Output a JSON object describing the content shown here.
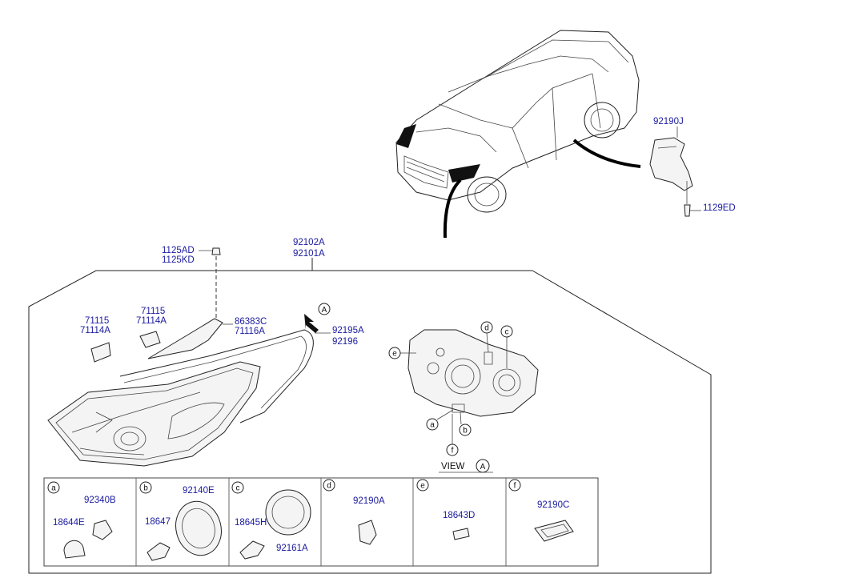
{
  "part_numbers": {
    "assembly_line1": "92102A",
    "assembly_line2": "92101A",
    "bolt_line1": "1125AD",
    "bolt_line2": "1125KD",
    "clip_left_line1": "71115",
    "clip_left_line2": "71114A",
    "clip_mid_line1": "71115",
    "clip_mid_line2": "71114A",
    "bracket_line1": "86383C",
    "bracket_line2": "71116A",
    "seal_line1": "92195A",
    "seal_line2": "92196",
    "module_bracket": "92190J",
    "module_screw": "1129ED"
  },
  "view": {
    "label": "VIEW",
    "letter": "A",
    "arrow_letter": "A",
    "callouts": [
      "a",
      "b",
      "c",
      "d",
      "e",
      "f"
    ]
  },
  "detail_panels": [
    {
      "letter": "a",
      "parts": [
        "92340B",
        "18644E"
      ]
    },
    {
      "letter": "b",
      "parts": [
        "92140E",
        "18647"
      ]
    },
    {
      "letter": "c",
      "parts": [
        "18645H",
        "92161A"
      ]
    },
    {
      "letter": "d",
      "parts": [
        "92190A"
      ]
    },
    {
      "letter": "e",
      "parts": [
        "18643D"
      ]
    },
    {
      "letter": "f",
      "parts": [
        "92190C"
      ]
    }
  ],
  "colors": {
    "part_number": "#1a1aa0",
    "line": "#222222"
  }
}
